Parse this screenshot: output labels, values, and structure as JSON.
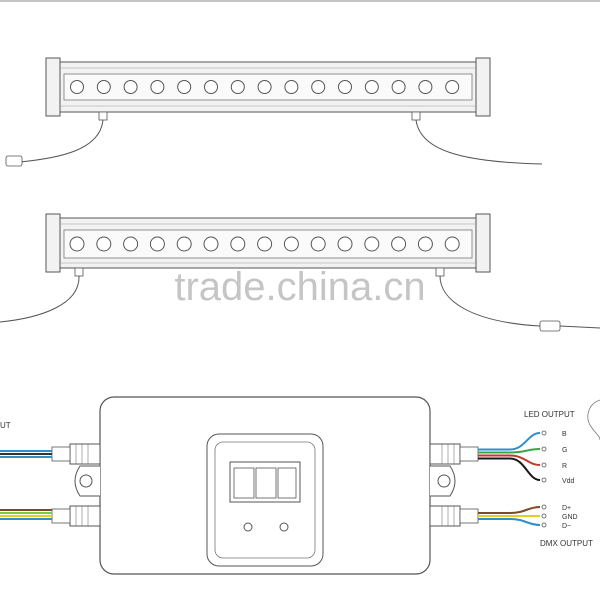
{
  "watermark": "trade.china.cn",
  "controller": {
    "led_output_label": "LED OUTPUT",
    "dmx_output_label": "DMX OUTPUT",
    "input_label_fragment": "UT",
    "led_pins": [
      {
        "label": "B",
        "color": "#2f8fc8"
      },
      {
        "label": "G",
        "color": "#3aa64a"
      },
      {
        "label": "R",
        "color": "#c0392b"
      },
      {
        "label": "Vdd",
        "color": "#1a1a1a"
      }
    ],
    "dmx_pins": [
      {
        "label": "D+",
        "color": "#7a4a2a"
      },
      {
        "label": "GND",
        "color": "#e0d020"
      },
      {
        "label": "D−",
        "color": "#2f8fc8"
      }
    ],
    "input_wires_top": [
      "#2f8fc8",
      "#333333",
      "#2f8fc8"
    ],
    "input_wires_bottom": [
      "#7a4a2a",
      "#7acc3a",
      "#e0d020",
      "#2f8fc8"
    ]
  },
  "fixtures": {
    "led_count": 15
  },
  "colors": {
    "line": "#555555",
    "housing": "#f2f2f2",
    "led_face": "#ffffff",
    "watermark": "#bbbbbb"
  }
}
